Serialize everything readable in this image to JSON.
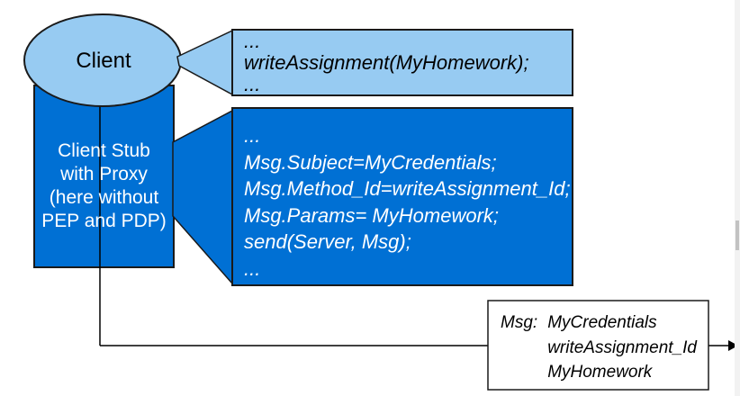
{
  "colors": {
    "light_blue": "#97cbf2",
    "dark_blue": "#0070d4",
    "outline": "#1a1a1a",
    "connector": "#000000",
    "scrollbar_track": "#f2f2f2",
    "scrollbar_thumb": "#c2c2c2"
  },
  "client": {
    "label": "Client"
  },
  "client_stub": {
    "lines": [
      "Client Stub",
      "with Proxy",
      "(here without",
      "PEP and PDP)"
    ]
  },
  "client_code": {
    "lines": [
      "...",
      "writeAssignment(MyHomework);",
      "..."
    ]
  },
  "stub_code": {
    "lines": [
      "...",
      "Msg.Subject=MyCredentials;",
      "Msg.Method_Id=writeAssignment_Id;",
      "Msg.Params= MyHomework;",
      "send(Server, Msg);",
      "..."
    ]
  },
  "message": {
    "label": "Msg:",
    "values": [
      "MyCredentials",
      "writeAssignment_Id",
      "MyHomework"
    ]
  }
}
